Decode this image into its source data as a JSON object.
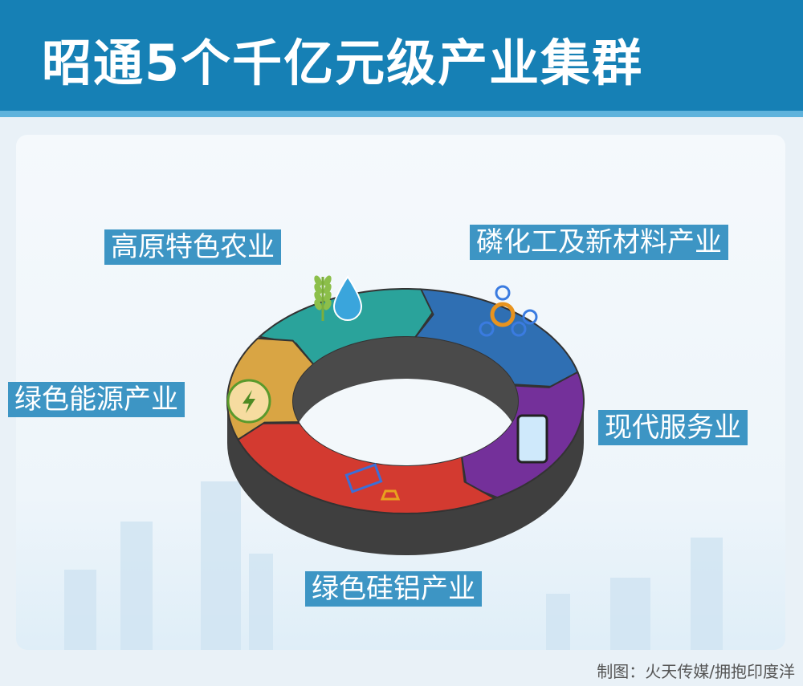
{
  "title": "昭通5个千亿元级产业集群",
  "industries": [
    {
      "label": "高原特色农业",
      "color": "#2aa39b",
      "icon": "wheat-water-icon"
    },
    {
      "label": "磷化工及新材料产业",
      "color": "#2f6fb3",
      "icon": "molecule-icon"
    },
    {
      "label": "现代服务业",
      "color": "#74309a",
      "icon": "smartphone-icon"
    },
    {
      "label": "绿色硅铝产业",
      "color": "#d33a30",
      "icon": "ingots-icon"
    },
    {
      "label": "绿色能源产业",
      "color": "#d9a544",
      "icon": "energy-icon"
    }
  ],
  "credit": "制图：火天传媒/拥抱印度洋"
}
